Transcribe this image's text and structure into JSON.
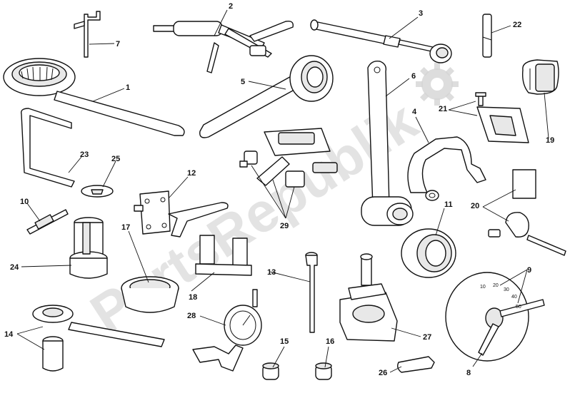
{
  "watermark": {
    "text": "PartsRepublik"
  },
  "callouts": {
    "c1": "1",
    "c2": "2",
    "c3": "3",
    "c4": "4",
    "c5": "5",
    "c6": "6",
    "c7": "7",
    "c8": "8",
    "c9": "9",
    "c10": "10",
    "c11": "11",
    "c12": "12",
    "c13": "13",
    "c14": "14",
    "c15": "15",
    "c16": "16",
    "c17": "17",
    "c18": "18",
    "c19": "19",
    "c20": "20",
    "c21": "21",
    "c22": "22",
    "c23": "23",
    "c24": "24",
    "c25": "25",
    "c26": "26",
    "c27": "27",
    "c28": "28",
    "c29": "29"
  },
  "dial_scale": {
    "t10": "10",
    "t20": "20",
    "t30": "30",
    "t40": "40",
    "t50": "50"
  }
}
